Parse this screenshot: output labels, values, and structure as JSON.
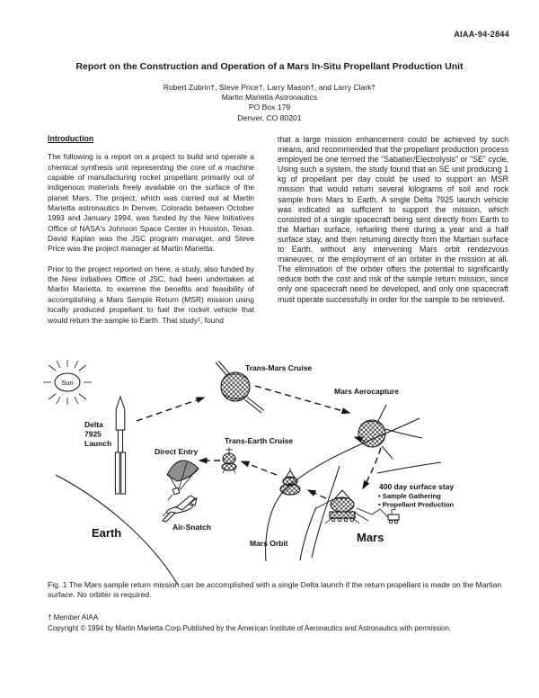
{
  "header": {
    "report_number": "AIAA-94-2844"
  },
  "title": "Report on the Construction and Operation of a Mars In-Situ Propellant Production Unit",
  "byline": {
    "authors": "Robert Zubrin†, Steve Price†, Larry Mason†, and Larry Clark†",
    "affiliation": "Martin Marietta Astronautics",
    "po_box": "PO Box 179",
    "city": "Denver, CO 80201"
  },
  "introduction": {
    "heading": "Introduction",
    "paragraph1": "The following is a report on a project to build and operate a chemical synthesis unit representing the core of a machine capable of manufacturing rocket propellant primarily out of indigenous materials freely available on the surface of the planet Mars. The project, which was carried out at Martin Marietta astronautics in Denver, Colorado between October 1993 and January 1994, was funded by the New Initiatives Office of NASA's Johnson Space Center in Houston, Texas. David Kaplan was the JSC program manager, and Steve Price was the project manager at Martin Marietta.",
    "paragraph2": "Prior to the project reported on here, a study, also funded by the New initiatives Office of JSC, had been undertaken at Martin Marietta, to examine the benefits and feasibility of accomplishing a Mars Sample Return (MSR) mission using locally produced propellant to fuel the rocket vehicle that would return the sample to Earth. That study¹, found"
  },
  "right_column": {
    "paragraph": "that a large mission enhancement could be achieved by such means, and recommended that the propellant production process employed be one termed the \"Sabatier/Electrolysis\" or \"SE\" cycle. Using such a system, the study found that an SE unit producing 1 kg of propellant per day could be used to support an MSR mission that would return several kilograms of soil and rock sample from Mars to Earth. A single Delta 7925 launch vehicle was indicated as sufficient to support the mission, which consisted of a single spacecraft being sent directly from Earth to the Martian surface, refueling there during a year and a half surface stay, and then returning directly from the Martian surface to Earth, without any intervening Mars orbit rendezvous maneuver, or the employment of an orbiter in the mission at all. The elimination of the orbiter offers the potential to significantly reduce both the cost and risk of the sample return mission, since only one spacecraft need be developed, and only one spacecraft must operate successfully in order for the sample to be retrieved."
  },
  "figure": {
    "labels": {
      "sun": "Sun",
      "delta_line1": "Delta",
      "delta_line2": "7925",
      "delta_line3": "Launch",
      "earth": "Earth",
      "direct_entry": "Direct Entry",
      "air_snatch": "Air-Snatch",
      "trans_mars_cruise": "Trans-Mars Cruise",
      "trans_earth_cruise": "Trans-Earth Cruise",
      "mars_aerocapture": "Mars Aerocapture",
      "mars_orbit": "Mars Orbit",
      "surface_stay_title": "400 day surface stay",
      "surface_stay_bullet1": "• Sample Gathering",
      "surface_stay_bullet2": "• Propellant Production",
      "mars": "Mars"
    },
    "caption": "Fig. 1 The Mars sample return mission can be accomplished with a single Delta launch if the return propellant is made on the Martian surface. No orbiter is required."
  },
  "footnotes": {
    "member": "† Member AIAA",
    "copyright": "Copyright © 1994 by Martin Marietta Corp.Published by the American Institute of Aeronautics and Astronautics with permission."
  }
}
